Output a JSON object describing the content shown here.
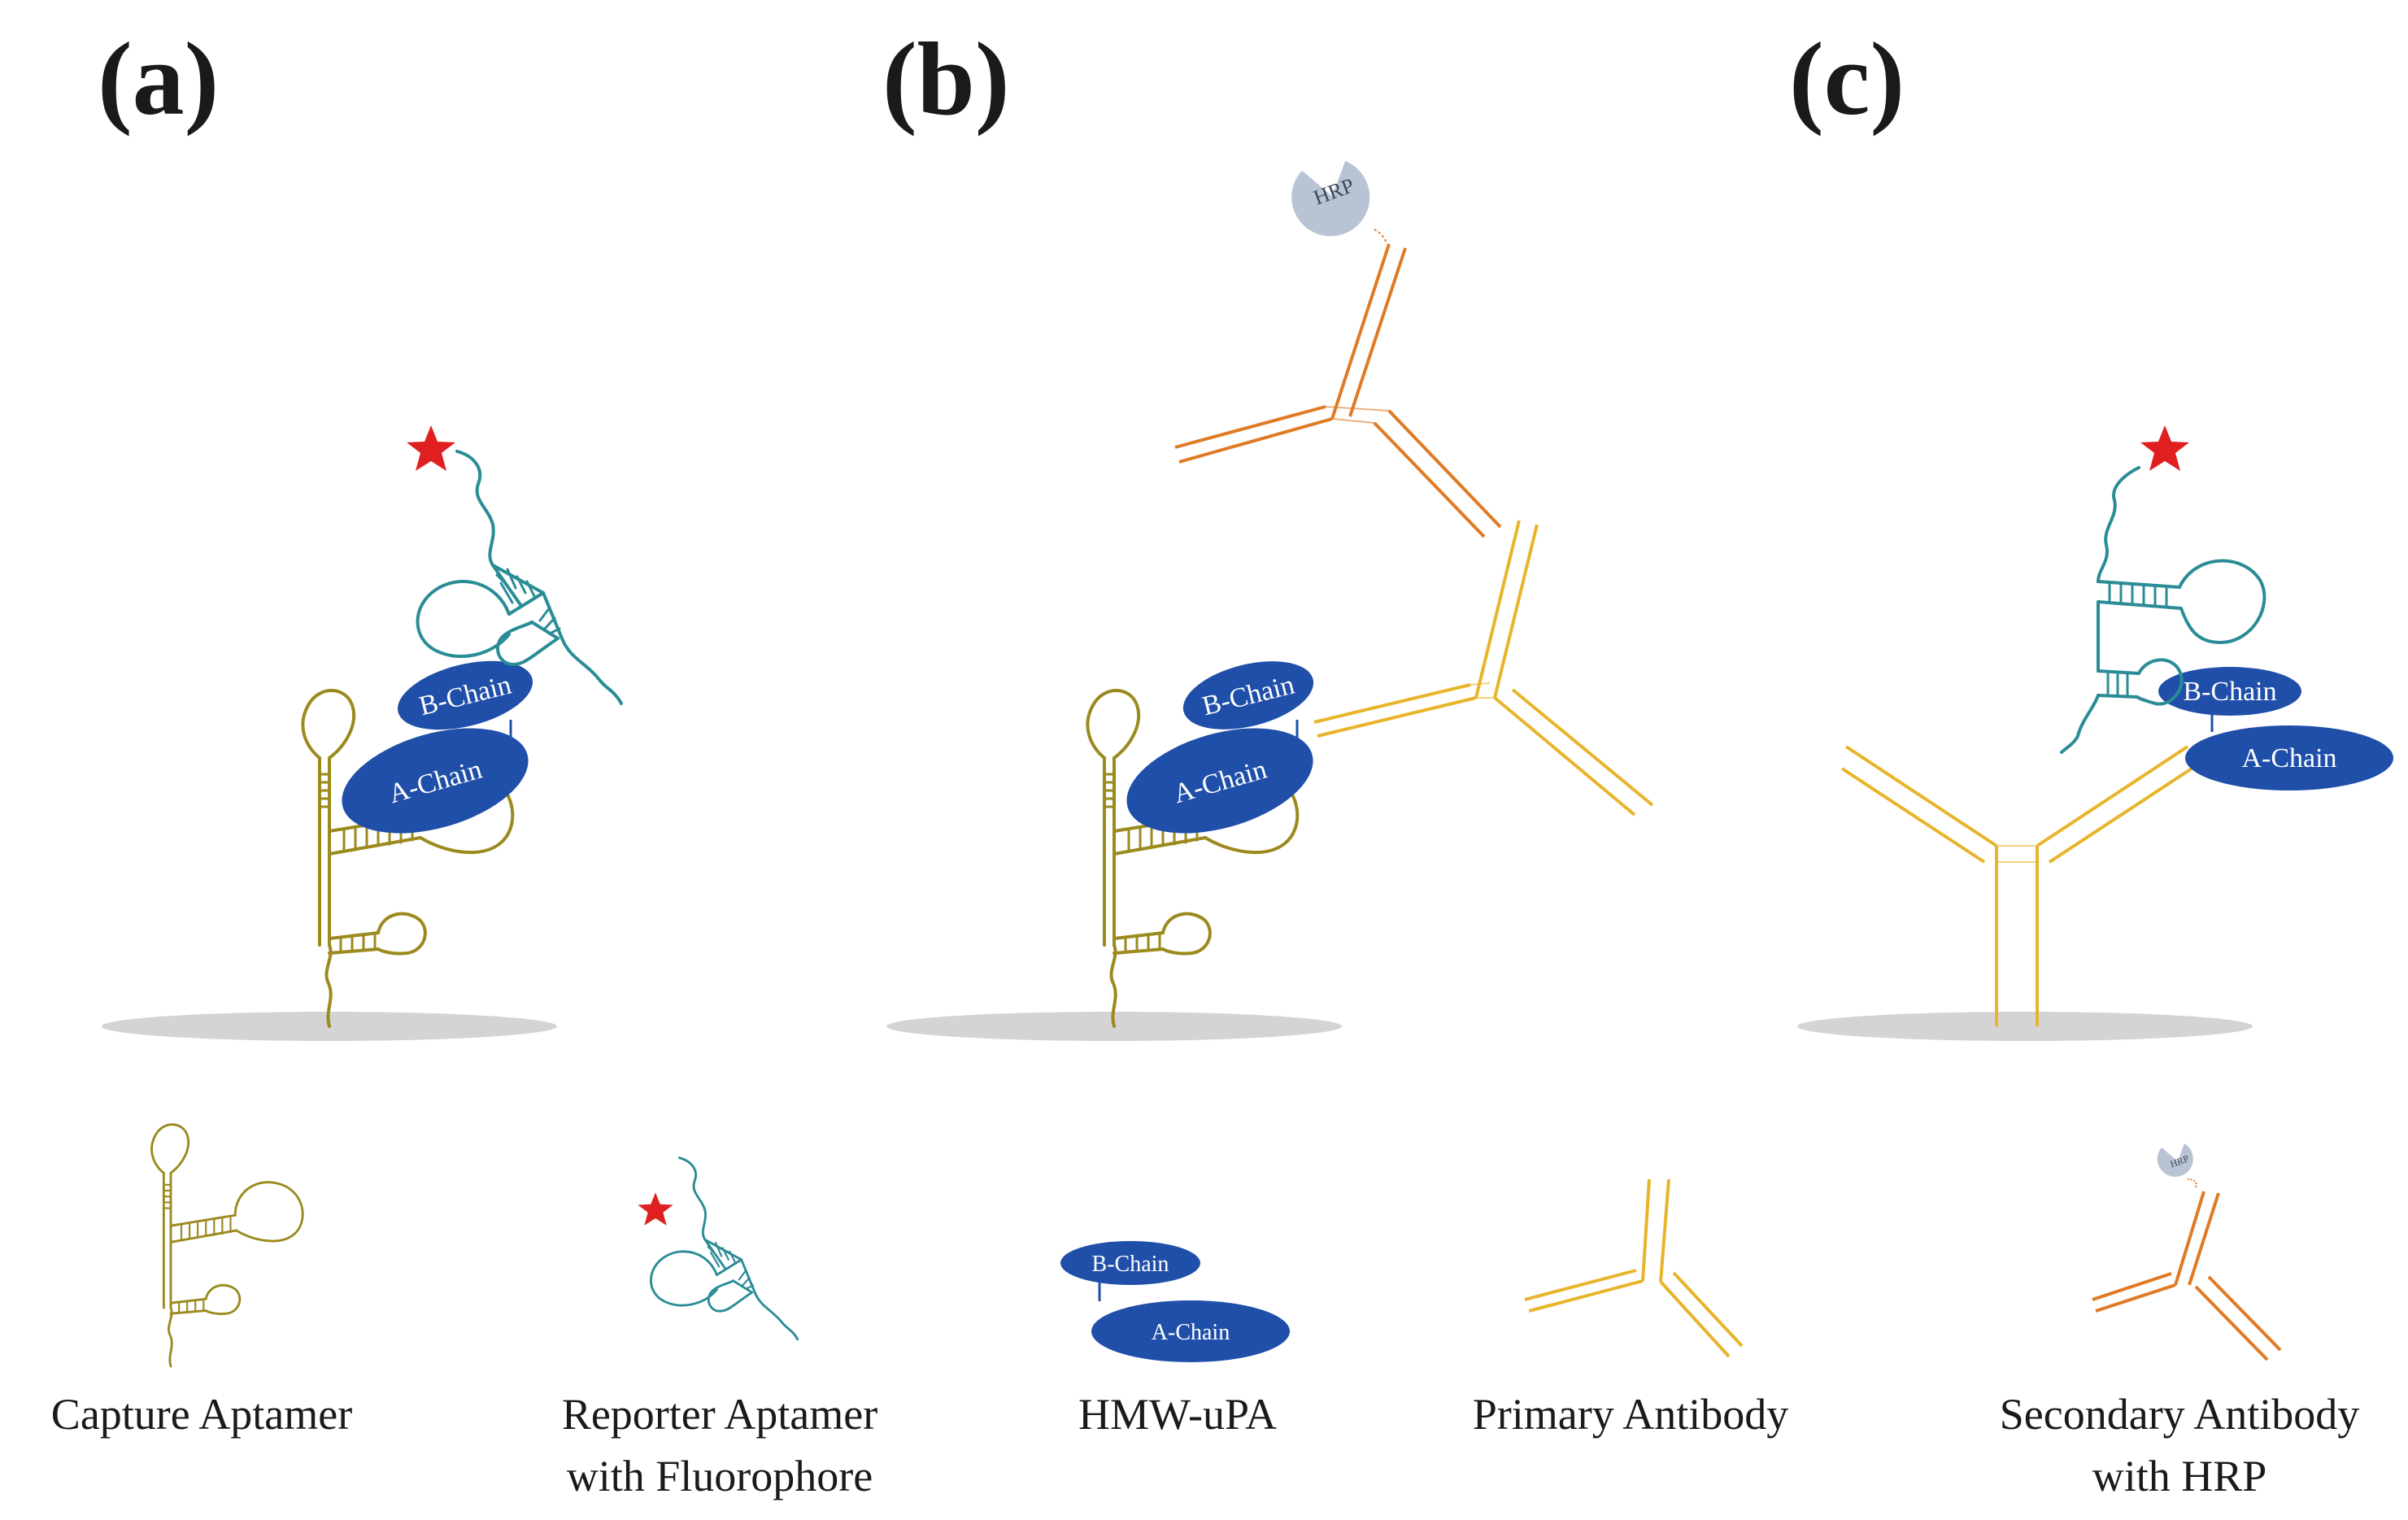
{
  "panels": [
    {
      "label": "(a)"
    },
    {
      "label": "(b)"
    },
    {
      "label": "(c)"
    }
  ],
  "molecules": {
    "b_chain": "B-Chain",
    "a_chain": "A-Chain",
    "hrp": "HRP"
  },
  "legend": [
    {
      "lines": [
        "Capture Aptamer"
      ]
    },
    {
      "lines": [
        "Reporter Aptamer",
        "with Fluorophore"
      ]
    },
    {
      "lines": [
        "HMW-uPA"
      ]
    },
    {
      "lines": [
        "Primary Antibody"
      ]
    },
    {
      "lines": [
        "Secondary Antibody",
        "with HRP"
      ]
    }
  ],
  "colors": {
    "capture_aptamer": "#9b8a1e",
    "reporter_aptamer": "#2a8c96",
    "upa": "#1f4fa8",
    "primary_antibody": "#e8b42a",
    "secondary_antibody": "#e07a24",
    "fluorophore": "#e02020",
    "hrp": "#b8c4d4",
    "surface": "#d4d4d4"
  }
}
